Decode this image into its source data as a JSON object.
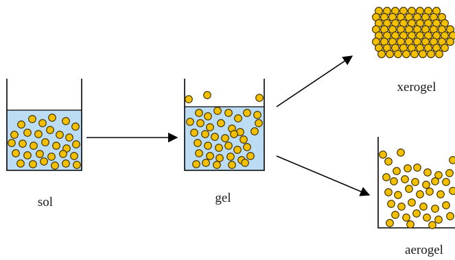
{
  "labels": {
    "sol": "sol",
    "gel": "gel",
    "xerogel": "xerogel",
    "aerogel": "aerogel"
  },
  "colors": {
    "particle_fill": "#f2c000",
    "particle_stroke": "#3a2a00",
    "liquid": "#bcdcf4",
    "outline": "#000000",
    "arrow": "#000000"
  }
}
